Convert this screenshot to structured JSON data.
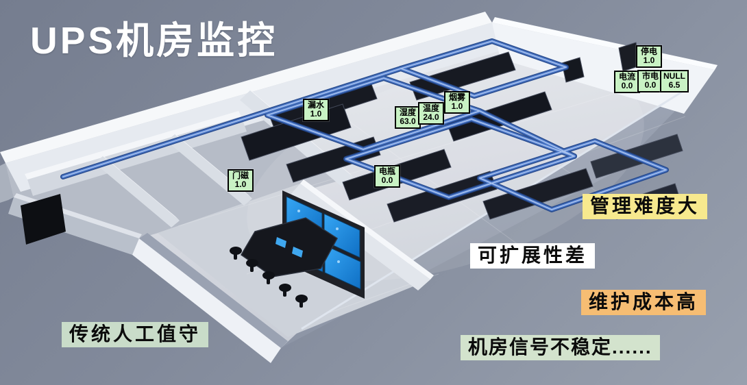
{
  "title": "UPS机房监控",
  "colors": {
    "background": "#828a9b",
    "badge_bg": "#c9f2c4",
    "badge_border": "#000000",
    "tray_blue": "#4f7ccc",
    "screen_blue": "#2496ef",
    "annotation_yellow": "#f7e98e",
    "annotation_white": "#ffffff",
    "annotation_orange": "#f6bd73",
    "annotation_light_green": "#d3e3cd",
    "annotation_sage_green": "#c9dcc9"
  },
  "sensors": [
    {
      "id": "leak-water",
      "label": "漏水",
      "value": "1.0"
    },
    {
      "id": "humidity",
      "label": "湿度",
      "value": "63.0"
    },
    {
      "id": "temperature",
      "label": "温度",
      "value": "24.0"
    },
    {
      "id": "smoke",
      "label": "烟雾",
      "value": "1.0"
    },
    {
      "id": "battery",
      "label": "电瓶",
      "value": "0.0"
    },
    {
      "id": "door-magnet",
      "label": "门磁",
      "value": "1.0"
    },
    {
      "id": "power-outage",
      "label": "停电",
      "value": "1.0"
    },
    {
      "id": "current",
      "label": "电流",
      "value": "0.0"
    },
    {
      "id": "mains-power",
      "label": "市电",
      "value": "0.0"
    },
    {
      "id": "null-sensor",
      "label": "NULL",
      "value": "6.5"
    }
  ],
  "annotations": [
    {
      "text": "管理难度大",
      "bg": "#f7e98e"
    },
    {
      "text": "可扩展性差",
      "bg": "#ffffff"
    },
    {
      "text": "维护成本高",
      "bg": "#f6bd73"
    },
    {
      "text": "机房信号不稳定......",
      "bg": "#d3e3cd"
    },
    {
      "text": "传统人工值守",
      "bg": "#c9dcc9"
    }
  ]
}
